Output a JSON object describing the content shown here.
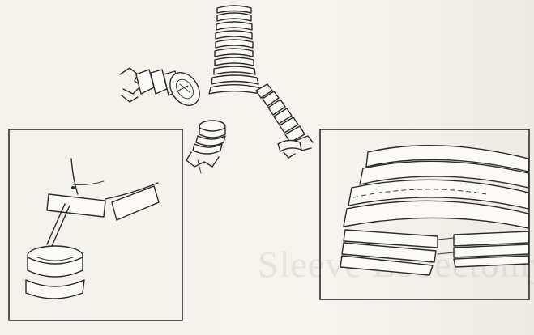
{
  "watermark_text": "Sleeve Lobectomy",
  "panels": {
    "trachea": "trachea-tree",
    "left_inset": "anastomosis-suture-inset",
    "right_inset": "sleeve-resection-inset"
  },
  "colors": {
    "ink": "#2a2a2a",
    "paper": "#f4f1eb"
  }
}
